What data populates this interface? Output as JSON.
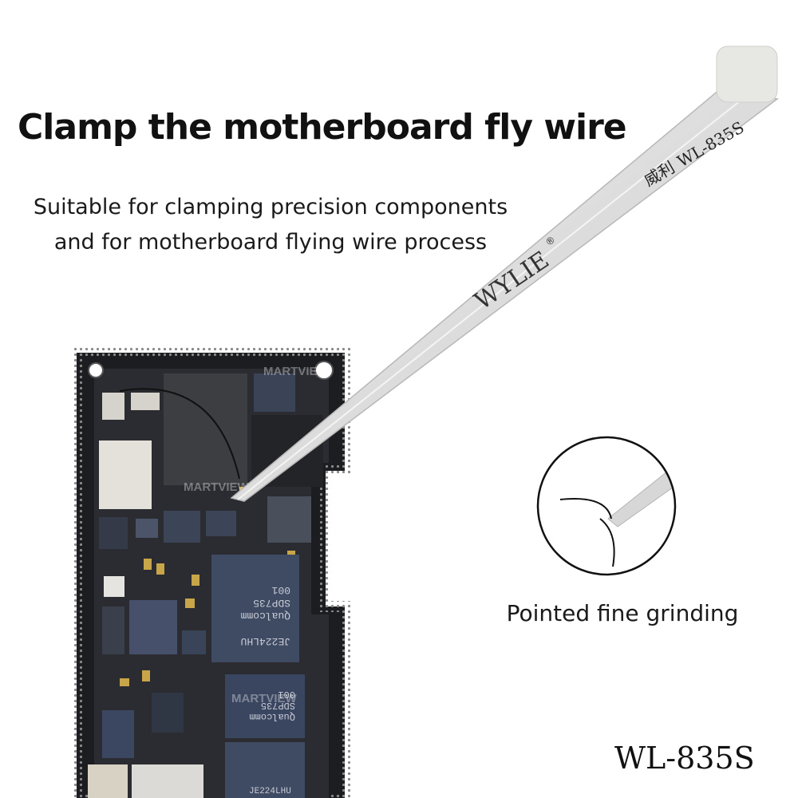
{
  "headline": "Clamp the motherboard fly wire",
  "subtext": {
    "line1": "Suitable for clamping precision components",
    "line2": "and for motherboard flying wire process"
  },
  "tweezers": {
    "brand": "WYLIE",
    "registered_mark": "®",
    "label_cn": "威利",
    "label_model": "WL-835S"
  },
  "board_chips": {
    "main_chip_line1": "JE224LHU",
    "main_chip_line2": "Qualcomm",
    "main_chip_line3": "SDP735",
    "main_chip_line4": "001",
    "lower_chip_line1": "Qualcomm",
    "lower_chip_line2": "SDP735",
    "lower_chip_line3": "001",
    "lower_chip_line4": "JE224LHU"
  },
  "watermark": "MARTVIEW",
  "detail_caption": "Pointed fine grinding",
  "model_label": "WL-835S"
}
